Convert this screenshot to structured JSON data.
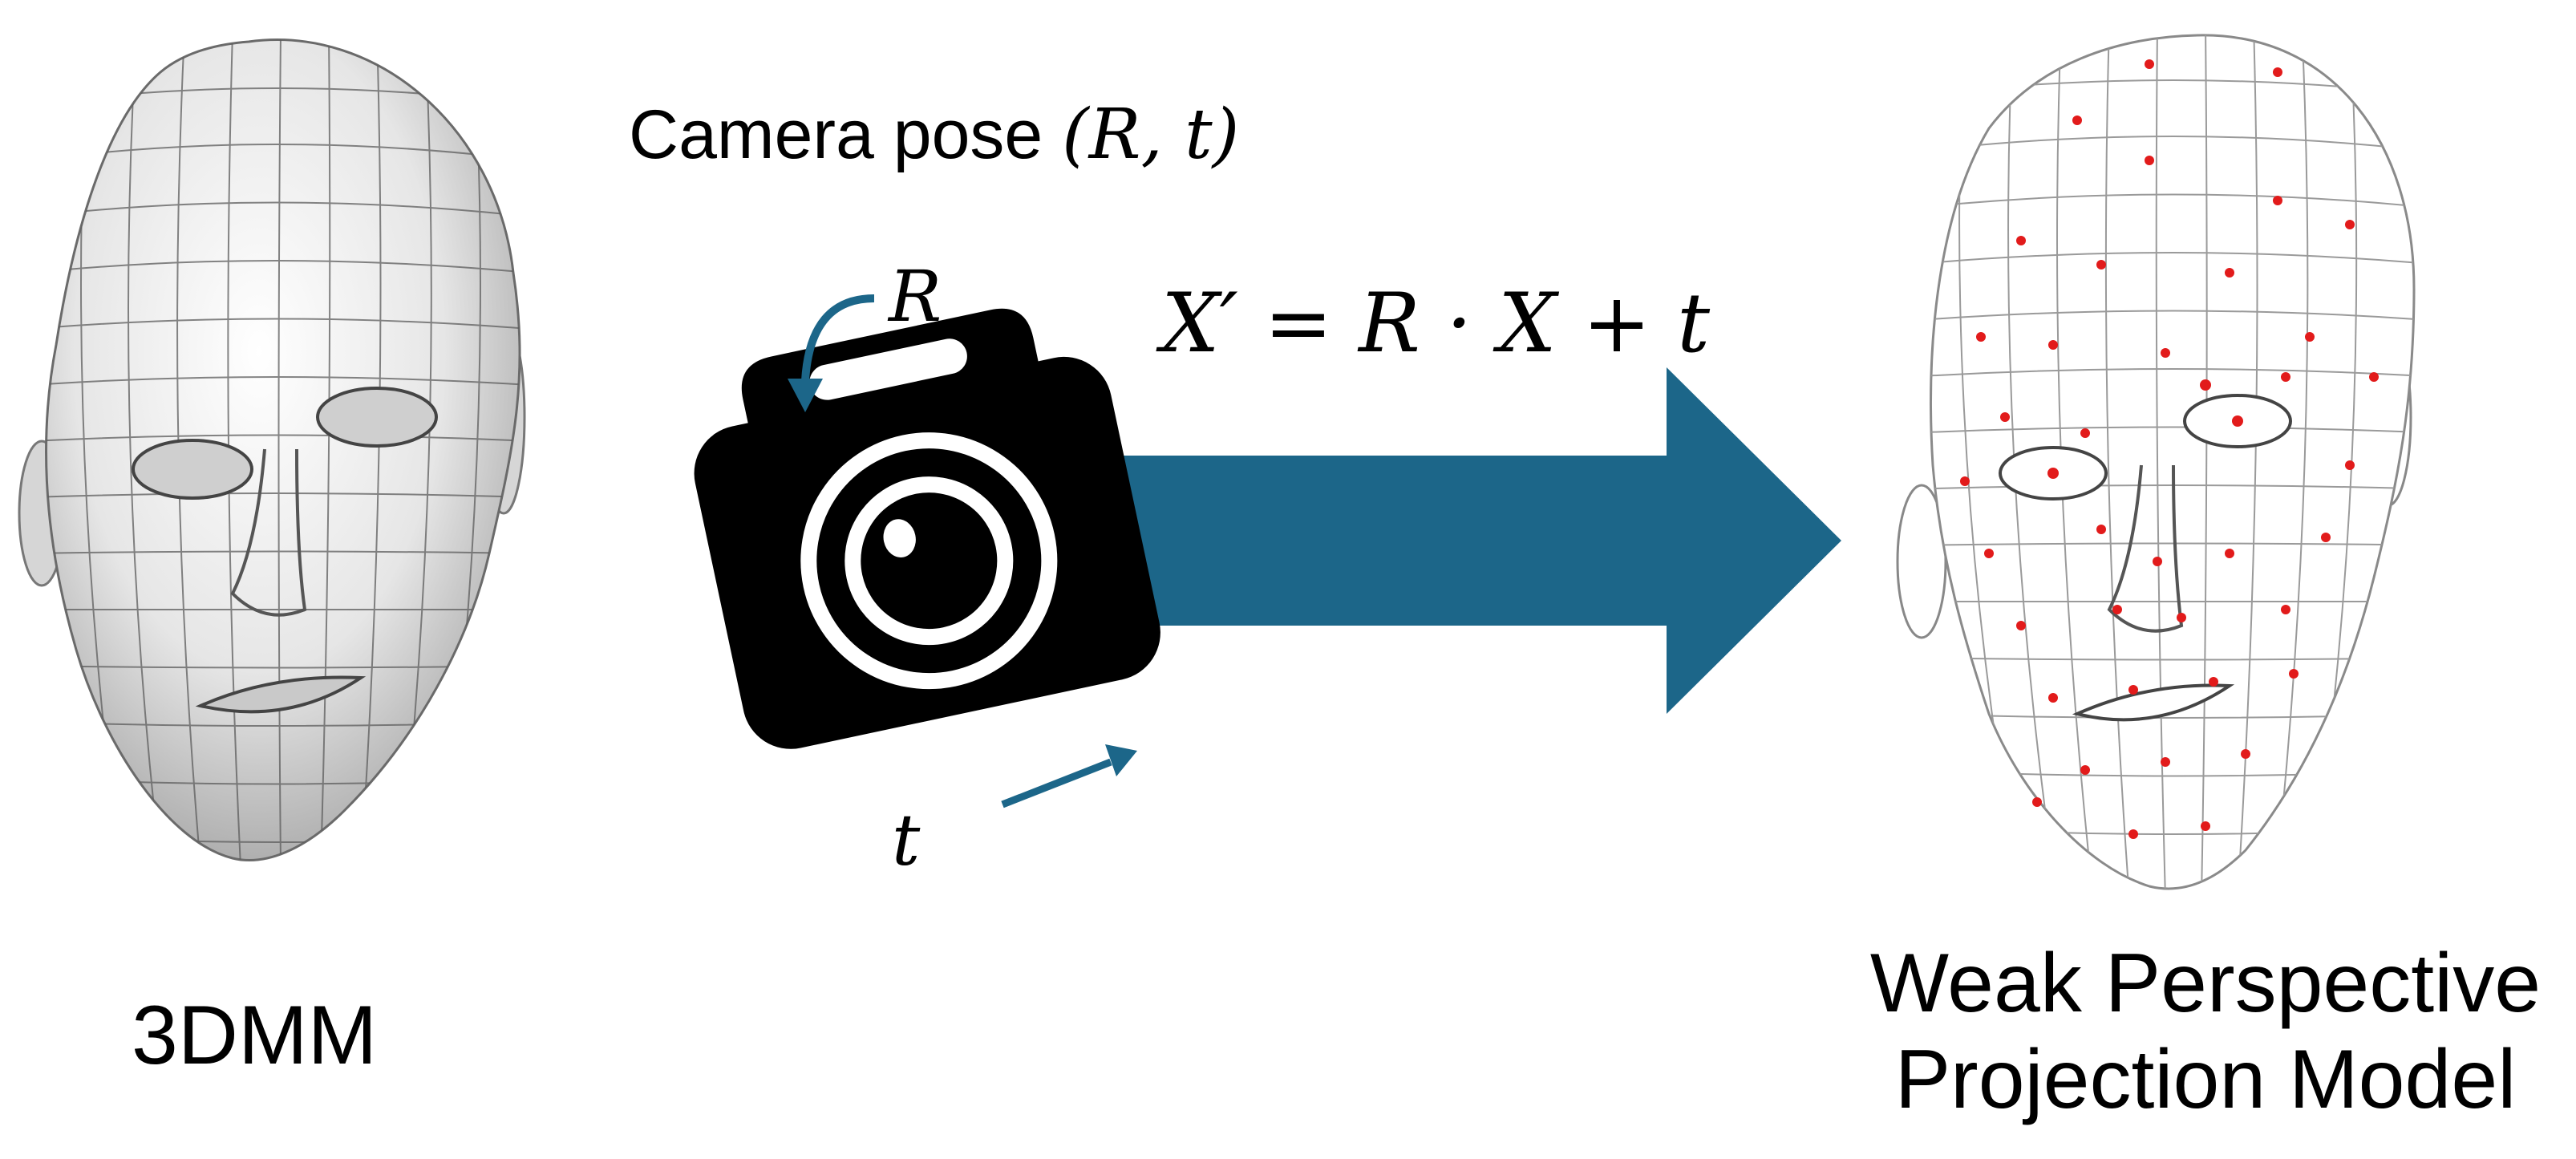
{
  "colors": {
    "arrow": "#1c6689",
    "camera": "#000000",
    "mesh": "#555555",
    "landmark": "#e21b1b"
  },
  "icons": {
    "camera": "camera-icon",
    "rotation": "curved-arrow-icon",
    "translation": "straight-arrow-icon",
    "projection": "block-arrow-icon"
  },
  "labels": {
    "camera_pose_prefix": "Camera pose ",
    "camera_pose_params": "(R, t)",
    "rotation": "R",
    "translation": "t",
    "equation": "X′ = R · X + t",
    "source_model": "3DMM",
    "target_model_line1": "Weak Perspective",
    "target_model_line2": "Projection Model"
  }
}
